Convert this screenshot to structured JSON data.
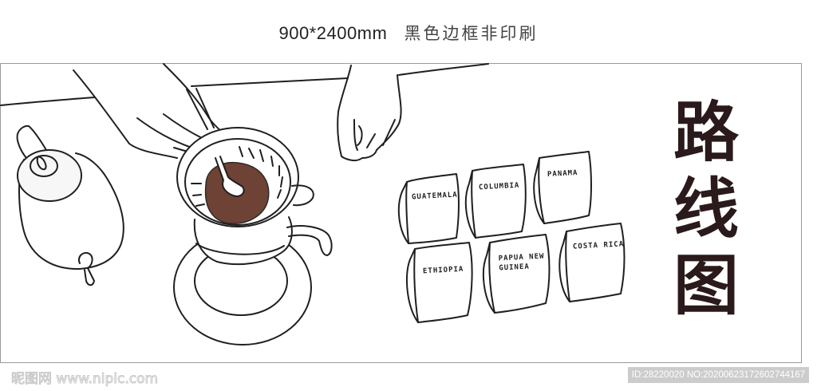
{
  "header": {
    "dimensions": "900*2400mm",
    "note": "黑色边框非印刷"
  },
  "illustration": {
    "description": "Hand-drawn line illustration of pour-over coffee brewing: gooseneck kettle, dripper with coffee grounds being stirred, cup on saucer, and hand",
    "colors": {
      "line": "#1f1f1f",
      "coffee_grounds": "#6e4234",
      "frame_border": "#9a9a9a"
    }
  },
  "coffee_bags": [
    {
      "label": "GUATEMALA"
    },
    {
      "label": "COLUMBIA"
    },
    {
      "label": "PANAMA"
    },
    {
      "label": "ETHIOPIA"
    },
    {
      "label": "PAPUA NEW\nGUINEA"
    },
    {
      "label": "COSTA RICA"
    }
  ],
  "title_calligraphy": {
    "chars": [
      "路",
      "线",
      "图"
    ],
    "color": "#2b1a1b"
  },
  "watermark": {
    "left": "昵图网 www.nipic.com",
    "right": "ID:28220020 NO:20200623172602744167"
  }
}
